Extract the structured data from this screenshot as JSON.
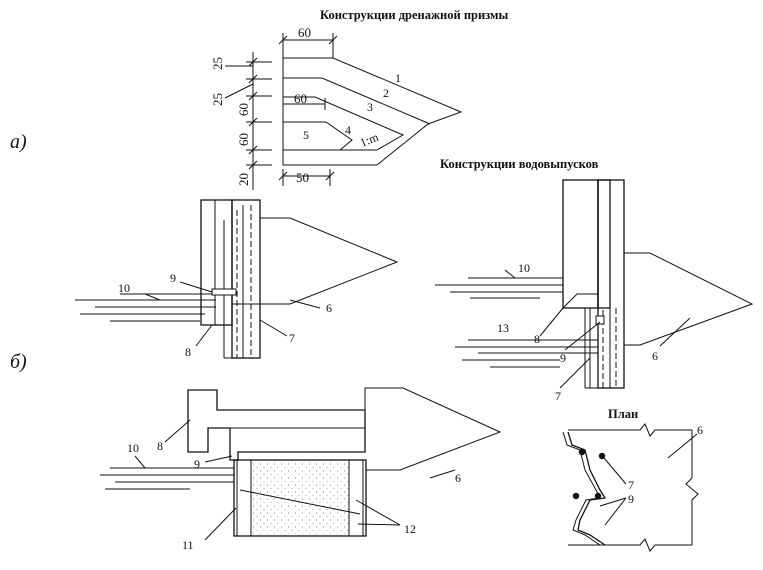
{
  "title_prism": "Конструкции дренажной призмы",
  "title_outlets": "Конструкции водовыпусков",
  "title_plan": "План",
  "section_a": "а)",
  "section_b": "б)",
  "prism": {
    "dims_vertical": [
      "25",
      "25",
      "60",
      "60",
      "20"
    ],
    "dim_top": "60",
    "dim_mid": "60",
    "dim_bottom": "50",
    "slope": "1:m",
    "labels": [
      "1",
      "2",
      "3",
      "4",
      "5"
    ]
  },
  "outlet1": {
    "labels": [
      "9",
      "10",
      "6",
      "8",
      "7"
    ]
  },
  "outlet2": {
    "labels": [
      "10",
      "13",
      "8",
      "9",
      "6",
      "7"
    ]
  },
  "outlet3": {
    "labels": [
      "10",
      "8",
      "9",
      "6",
      "11",
      "12"
    ]
  },
  "plan": {
    "labels": [
      "6",
      "7",
      "9"
    ]
  }
}
